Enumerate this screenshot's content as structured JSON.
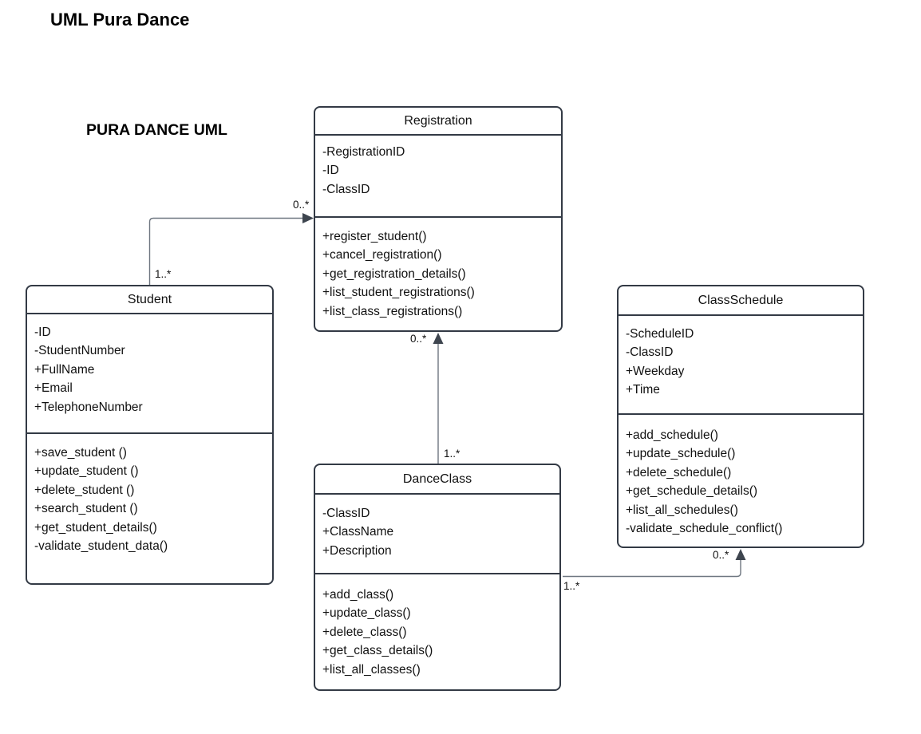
{
  "page_title": "UML Pura Dance",
  "diagram_label": "PURA DANCE UML",
  "colors": {
    "background": "#ffffff",
    "box_border": "#333a45",
    "connector_line": "#6e7680",
    "arrowhead": "#3e454f",
    "text": "#111111"
  },
  "classes": {
    "registration": {
      "title": "Registration",
      "attributes": [
        "-RegistrationID",
        "-ID",
        "-ClassID"
      ],
      "methods": [
        "+register_student()",
        "+cancel_registration()",
        "+get_registration_details()",
        "+list_student_registrations()",
        "+list_class_registrations()"
      ]
    },
    "student": {
      "title": "Student",
      "attributes": [
        "-ID",
        "-StudentNumber",
        "+FullName",
        "+Email",
        "+TelephoneNumber"
      ],
      "methods": [
        "+save_student ()",
        "+update_student ()",
        "+delete_student ()",
        "+search_student ()",
        "+get_student_details()",
        "-validate_student_data()"
      ]
    },
    "class_schedule": {
      "title": "ClassSchedule",
      "attributes": [
        "-ScheduleID",
        "-ClassID",
        "+Weekday",
        "+Time"
      ],
      "methods": [
        "+add_schedule()",
        "+update_schedule()",
        "+delete_schedule()",
        "+get_schedule_details()",
        "+list_all_schedules()",
        "-validate_schedule_conflict()"
      ]
    },
    "dance_class": {
      "title": "DanceClass",
      "attributes": [
        "-ClassID",
        "+ClassName",
        "+Description"
      ],
      "methods": [
        "+add_class()",
        "+update_class()",
        "+delete_class()",
        "+get_class_details()",
        "+list_all_classes()"
      ]
    }
  },
  "relationships": [
    {
      "name": "student-registration",
      "from": "Student",
      "to": "Registration",
      "from_multiplicity": "1..*",
      "to_multiplicity": "0..*"
    },
    {
      "name": "danceclass-registration",
      "from": "DanceClass",
      "to": "Registration",
      "from_multiplicity": "1..*",
      "to_multiplicity": "0..*"
    },
    {
      "name": "danceclass-classschedule",
      "from": "DanceClass",
      "to": "ClassSchedule",
      "from_multiplicity": "1..*",
      "to_multiplicity": "0..*"
    }
  ]
}
